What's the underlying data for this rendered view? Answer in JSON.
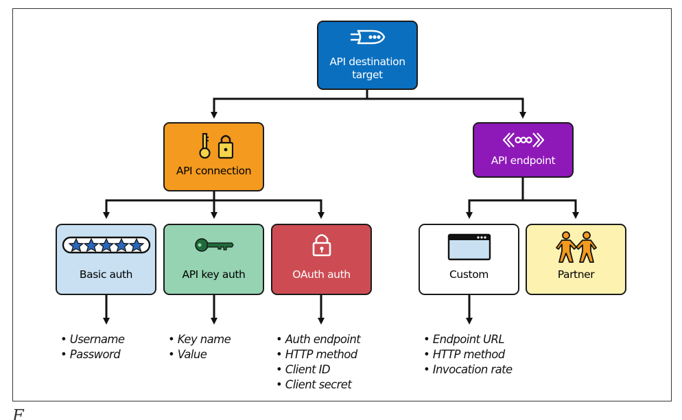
{
  "diagram": {
    "root": {
      "label_line1": "API destination",
      "label_line2": "target"
    },
    "connection": {
      "label": "API connection"
    },
    "endpoint": {
      "label": "API endpoint"
    },
    "basic": {
      "label": "Basic auth",
      "bullets": [
        "Username",
        "Password"
      ]
    },
    "apikey": {
      "label": "API key auth",
      "bullets": [
        "Key name",
        "Value"
      ]
    },
    "oauth": {
      "label": "OAuth auth",
      "bullets": [
        "Auth endpoint",
        "HTTP method",
        "Client ID",
        "Client secret"
      ]
    },
    "custom": {
      "label": "Custom",
      "bullets": [
        "Endpoint URL",
        "HTTP method",
        "Invocation rate"
      ]
    },
    "partner": {
      "label": "Partner"
    }
  },
  "colors": {
    "root": "#0a6fbf",
    "connection": "#f39a1f",
    "endpoint": "#8e18b8",
    "basic": "#c8e0f2",
    "apikey": "#95d3b2",
    "oauth": "#cd4c53",
    "custom": "#ffffff",
    "partner": "#fdf2b0"
  },
  "caption": {
    "text": "F"
  }
}
